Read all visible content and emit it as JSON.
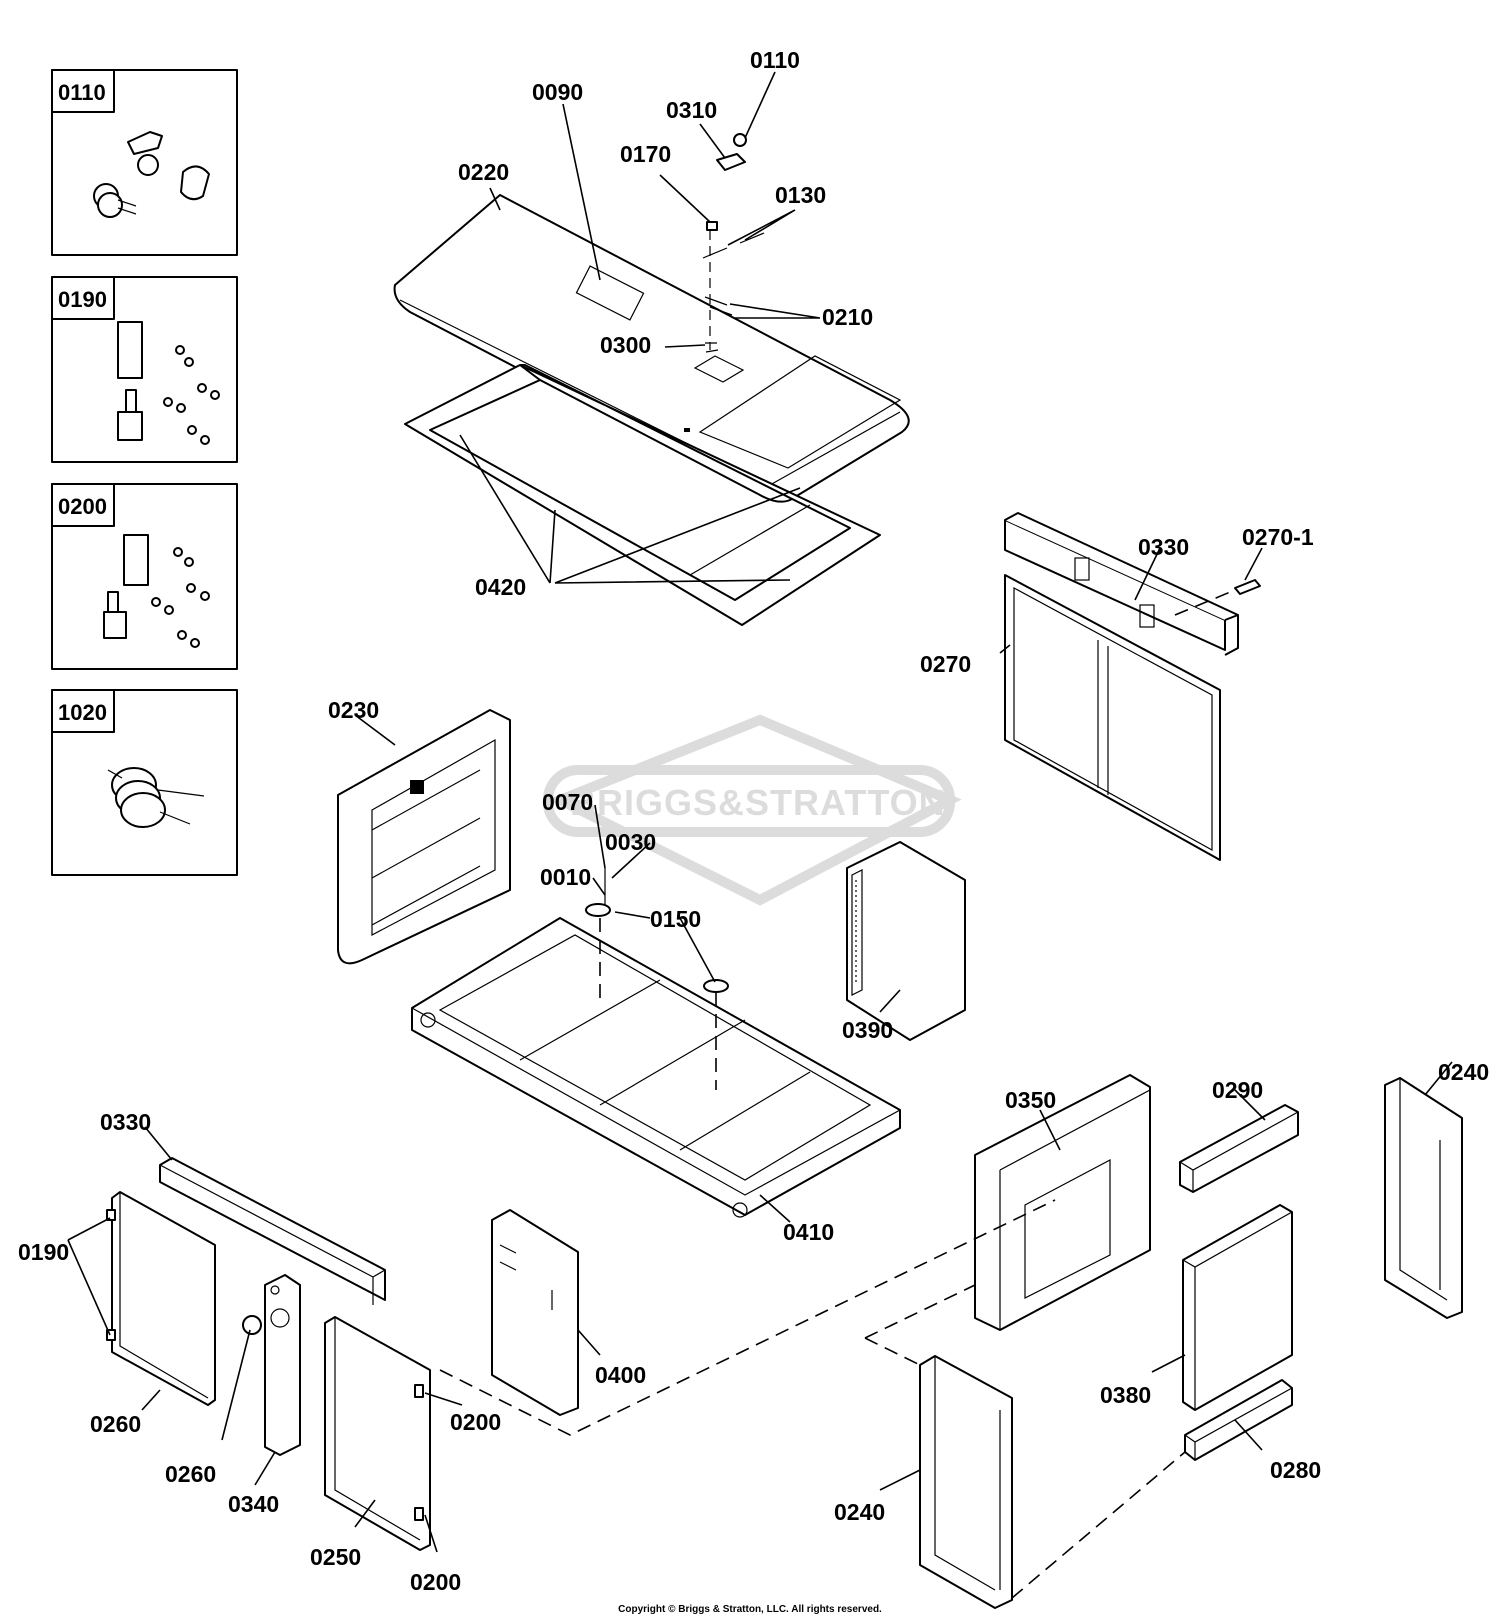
{
  "watermark": {
    "text": "BRIGGS&STRATTON"
  },
  "inset_boxes": [
    {
      "label": "0110"
    },
    {
      "label": "0190"
    },
    {
      "label": "0200"
    },
    {
      "label": "1020"
    }
  ],
  "callouts": [
    "0110",
    "0310",
    "0090",
    "0170",
    "0220",
    "0130",
    "0210",
    "0300",
    "0420",
    "0330",
    "0270-1",
    "0270",
    "0230",
    "0070",
    "0030",
    "0010",
    "0150",
    "0150",
    "0390",
    "0410",
    "0240",
    "0350",
    "0290",
    "0330",
    "0190",
    "0260",
    "0260",
    "0340",
    "0250",
    "0200",
    "0200",
    "0400",
    "0380",
    "0280",
    "0240"
  ],
  "copyright": "Copyright © Briggs & Stratton, LLC. All rights reserved."
}
